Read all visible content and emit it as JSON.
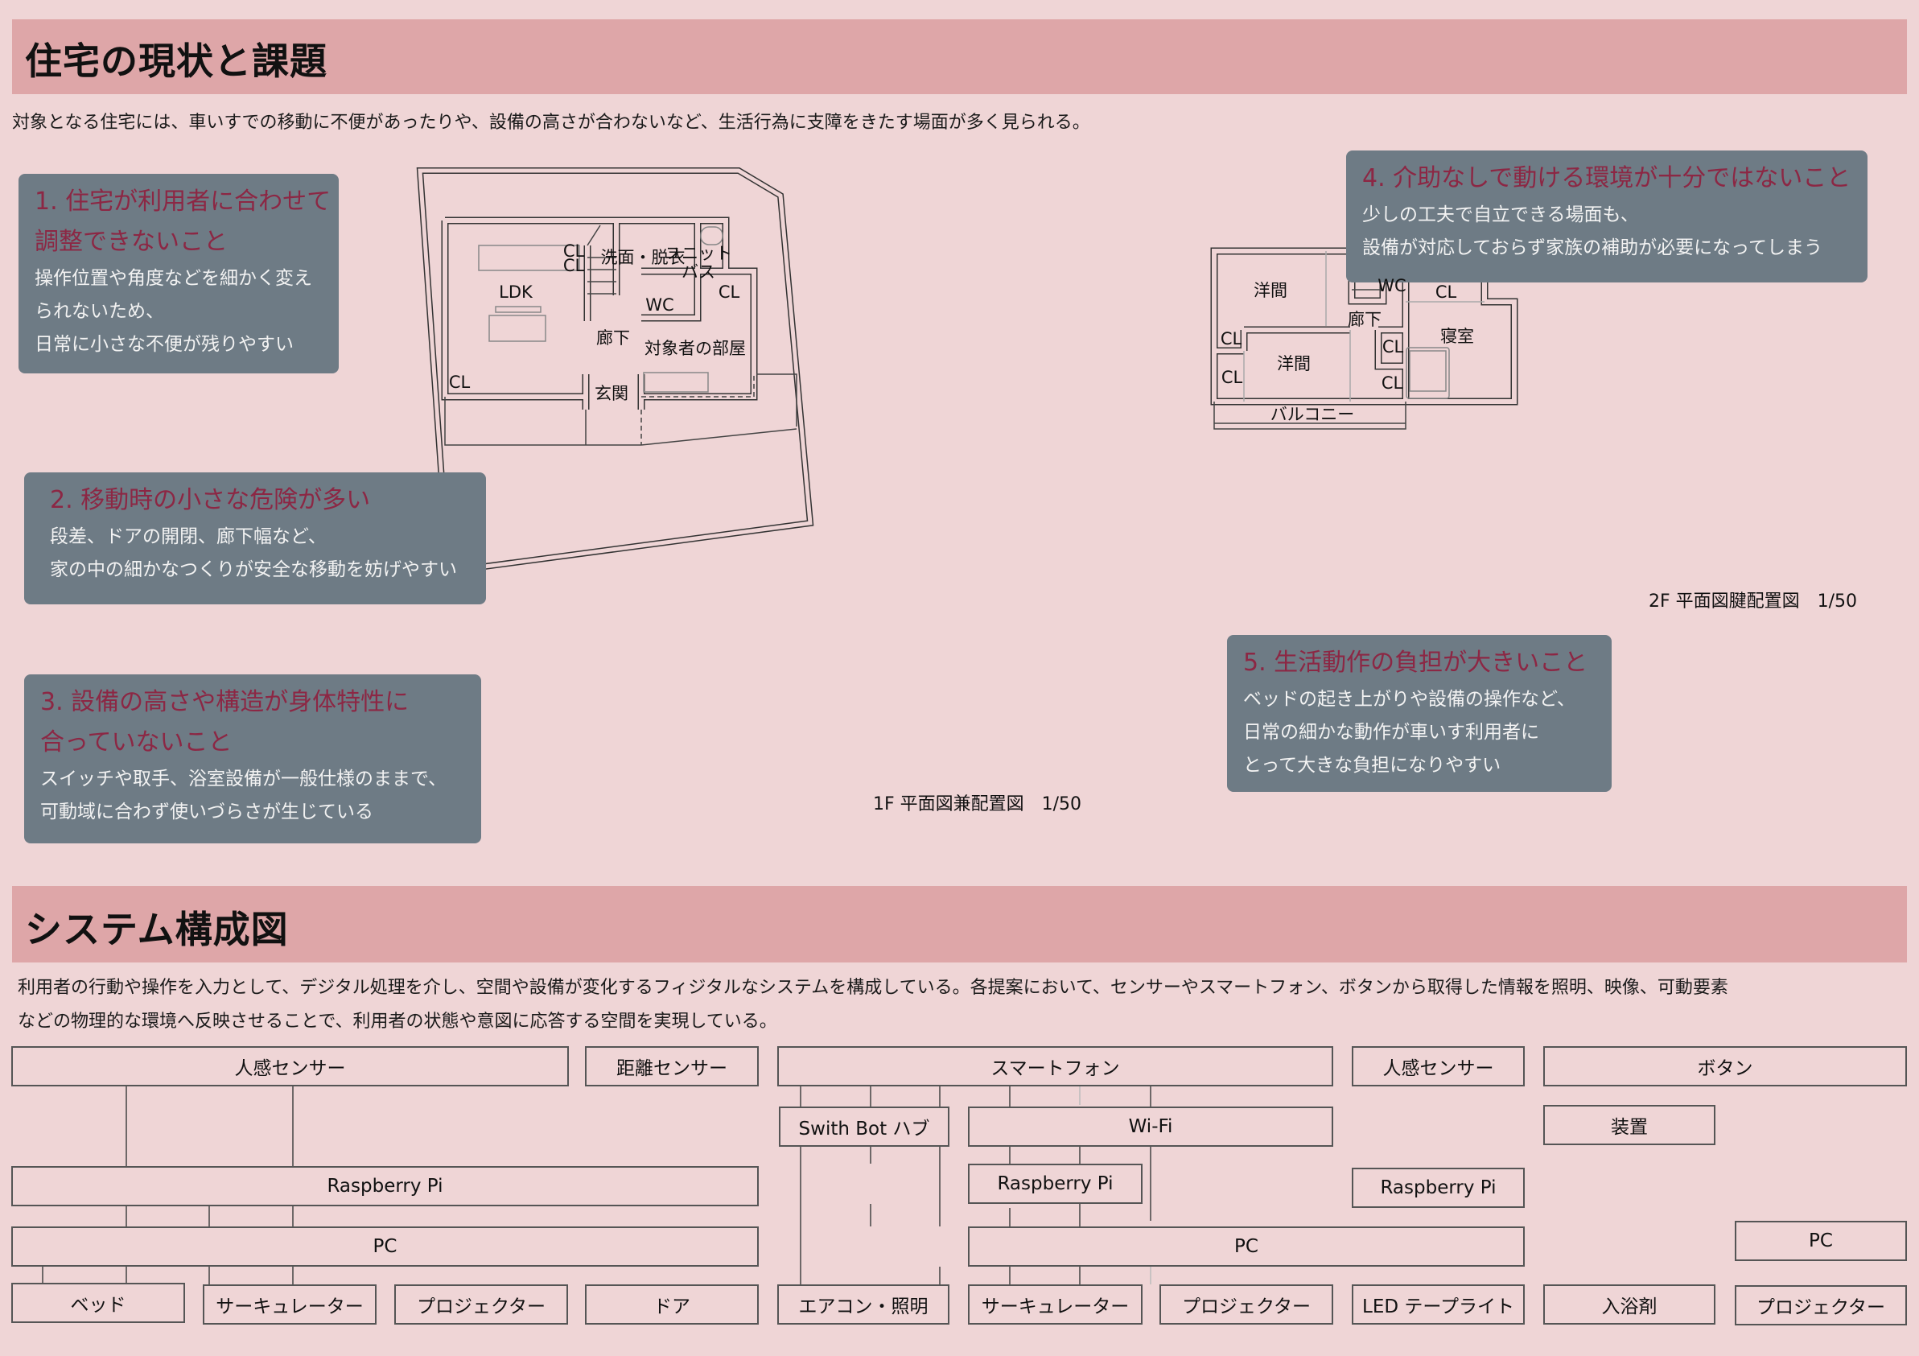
{
  "section1": {
    "title": "住宅の現状と課題",
    "intro": "対象となる住宅には、車いすでの移動に不便があったりや、設備の高さが合わないなど、生活行為に支障をきたす場面が多く見られる。"
  },
  "issues": [
    {
      "title": [
        "1. 住宅が利用者に合わせて",
        "調整できないこと"
      ],
      "body": [
        "操作位置や角度などを細かく変え",
        "られないため、",
        "日常に小さな不便が残りやすい"
      ]
    },
    {
      "title": [
        "2. 移動時の小さな危険が多い"
      ],
      "body": [
        "段差、ドアの開閉、廊下幅など、",
        "家の中の細かなつくりが安全な移動を妨げやすい"
      ]
    },
    {
      "title": [
        "3. 設備の高さや構造が身体特性に",
        "合っていないこと"
      ],
      "body": [
        "スイッチや取手、浴室設備が一般仕様のままで、",
        "可動域に合わず使いづらさが生じている"
      ]
    },
    {
      "title": [
        "4. 介助なしで動ける環境が十分ではないこと"
      ],
      "body": [
        "少しの工夫で自立できる場面も、",
        "設備が対応しておらず家族の補助が必要になってしまう"
      ]
    },
    {
      "title": [
        "5. 生活動作の負担が大きいこと"
      ],
      "body": [
        "ベッドの起き上がりや設備の操作など、",
        "日常の細かな動作が車いす利用者に",
        "とって大きな負担になりやすい"
      ]
    }
  ],
  "plan1f": {
    "caption": "1F 平面図兼配置図　1/50",
    "rooms": [
      "LDK",
      "CL",
      "CL",
      "洗面・脱衣",
      "ユニット",
      "バス",
      "CL",
      "WC",
      "廊下",
      "対象者の部屋",
      "玄関",
      "CL"
    ]
  },
  "plan2f": {
    "caption": "2F 平面図腱配置図　1/50",
    "rooms": [
      "洋間",
      "WC",
      "CL",
      "廊下",
      "寝室",
      "CL",
      "CL",
      "洋間",
      "CL",
      "CL",
      "バルコニー"
    ]
  },
  "section2": {
    "title": "システム構成図",
    "intro": [
      "利用者の行動や操作を入力として、デジタル処理を介し、空間や設備が変化するフィジタルなシステムを構成している。各提案において、センサーやスマートフォン、ボタンから取得した情報を照明、映像、可動要素",
      "などの物理的な環境へ反映させることで、利用者の状態や意図に応答する空間を実現している。"
    ]
  },
  "diagram": {
    "a": {
      "motion": "人感センサー",
      "distance": "距離センサー",
      "rpi": "Raspberry Pi",
      "pc": "PC",
      "bed": "ベッド",
      "circ": "サーキュレーター",
      "proj": "プロジェクター",
      "door": "ドア"
    },
    "b": {
      "phone": "スマートフォン",
      "hub": "Swith Bot ハブ",
      "wifi": "Wi-Fi",
      "rpi": "Raspberry Pi",
      "pc": "PC",
      "ac": "エアコン・照明",
      "circ": "サーキュレーター",
      "proj": "プロジェクター"
    },
    "c": {
      "motion": "人感センサー",
      "rpi": "Raspberry Pi",
      "led": "LED テープライト"
    },
    "d": {
      "button": "ボタン",
      "device": "装置",
      "bath": "入浴剤",
      "pc": "PC",
      "proj": "プロジェクター"
    }
  }
}
